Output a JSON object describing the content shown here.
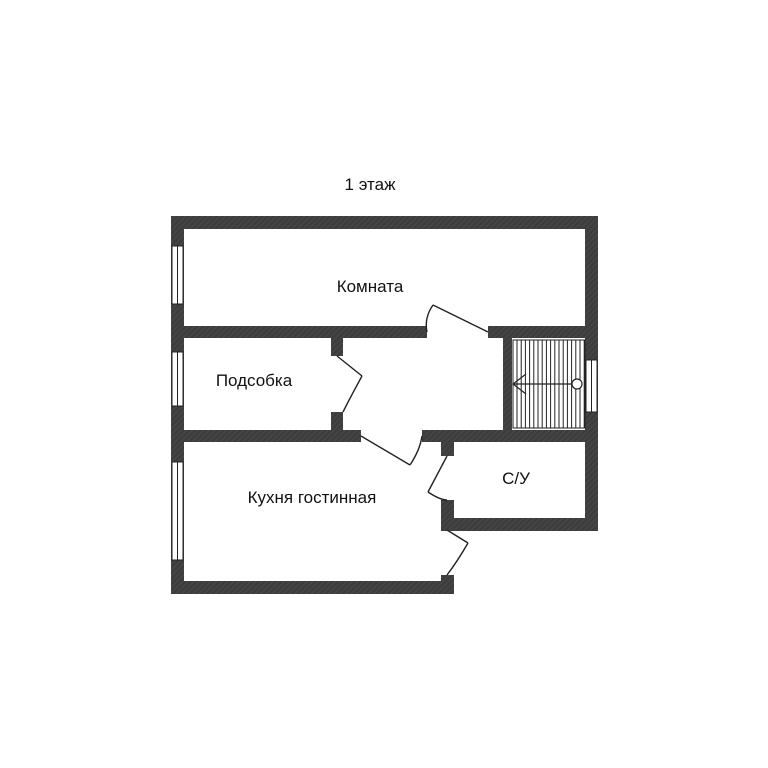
{
  "floor_title": "1 этаж",
  "rooms": {
    "komnata": "Комната",
    "podsobka": "Подсобка",
    "kitchen": "Кухня гостинная",
    "bathroom": "С/У"
  },
  "colors": {
    "wall": "#3d3d3d",
    "window": "#ffffff",
    "line": "#222222"
  }
}
